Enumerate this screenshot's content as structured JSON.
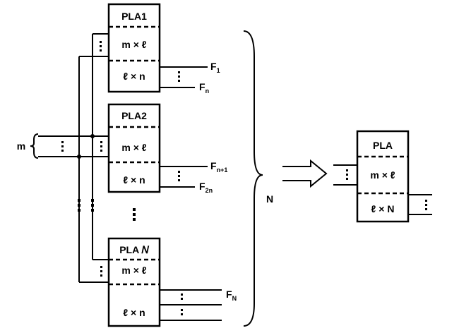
{
  "pla_blocks": [
    {
      "title": "PLA1",
      "top": "m × ℓ",
      "bottom": "ℓ × n"
    },
    {
      "title": "PLA2",
      "top": "m × ℓ",
      "bottom": "ℓ × n"
    },
    {
      "title": "PLA 𝑁",
      "top": "m × ℓ",
      "bottom": "ℓ × n"
    }
  ],
  "outputs": {
    "block1_first": "F",
    "block1_first_sub": "1",
    "block1_last": "F",
    "block1_last_sub": "n",
    "block2_first": "F",
    "block2_first_sub": "n+1",
    "block2_last": "F",
    "block2_last_sub": "2n",
    "blockN_last": "F",
    "blockN_last_sub": "N"
  },
  "input_label": "m",
  "brace_label": "N",
  "combined": {
    "title": "PLA",
    "top": "m × ℓ",
    "bottom": "ℓ × N"
  }
}
